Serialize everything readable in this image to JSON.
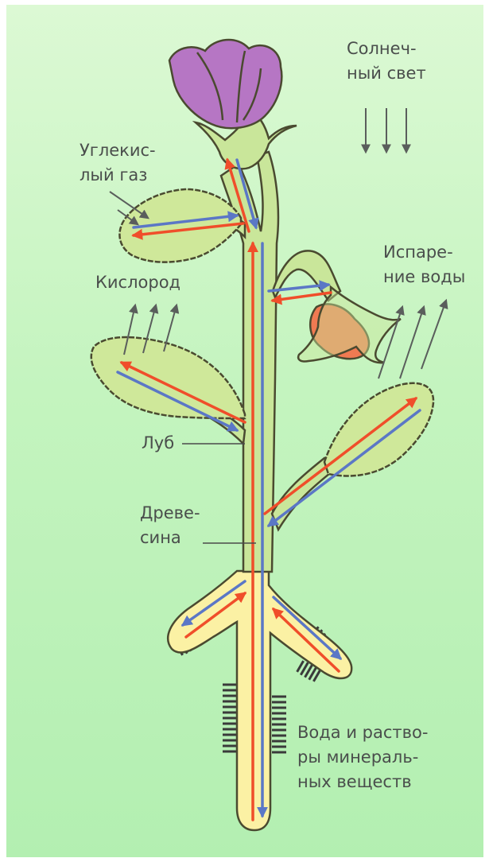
{
  "labels": {
    "sunlight": [
      "Солнеч-",
      "ный свет"
    ],
    "co2": [
      "Углекис-",
      "лый газ"
    ],
    "oxygen": "Кислород",
    "evaporation": [
      "Испаре-",
      "ние воды"
    ],
    "phloem": "Луб",
    "xylem": [
      "Древе-",
      "сина"
    ],
    "water": [
      "Вода и раство-",
      "ры минераль-",
      "ных веществ"
    ]
  },
  "colors": {
    "background": "#c4f4bf",
    "leaf": "#cfe89a",
    "stem": "#c9e69a",
    "root": "#fbf1a4",
    "flower": "#b676c4",
    "bud": "#f07a52",
    "outline": "#4a4a30",
    "flow_up": "#f04e2a",
    "flow_down": "#5b77c6",
    "label_text": "#4a4e4c"
  }
}
